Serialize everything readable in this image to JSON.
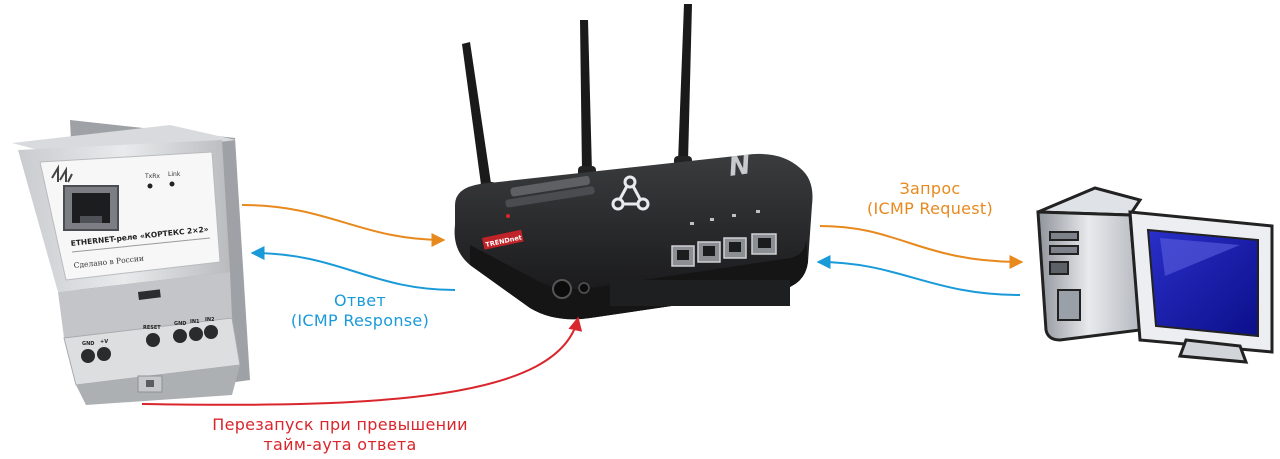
{
  "diagram": {
    "relay": {
      "header_leds": [
        "TxRx",
        "Link"
      ],
      "front_label": "ETHERNET-реле «КОРТЕКС 2×2»",
      "made_in": "Сделано в России",
      "terminals": [
        "GND",
        "+V",
        "RESET",
        "GND",
        "IN1",
        "IN2"
      ]
    },
    "router": {
      "brand_badge": "TRENDnet",
      "model_mark": "N"
    },
    "request": {
      "line1": "Запрос",
      "line2": "(ICMP Request)",
      "color": "#e8891d"
    },
    "response": {
      "line1": "Ответ",
      "line2": "(ICMP Response)",
      "color": "#1a9ad9"
    },
    "restart": {
      "line1": "Перезапуск при превышении",
      "line2": "тайм-аута ответа",
      "color": "#d9262c"
    }
  }
}
